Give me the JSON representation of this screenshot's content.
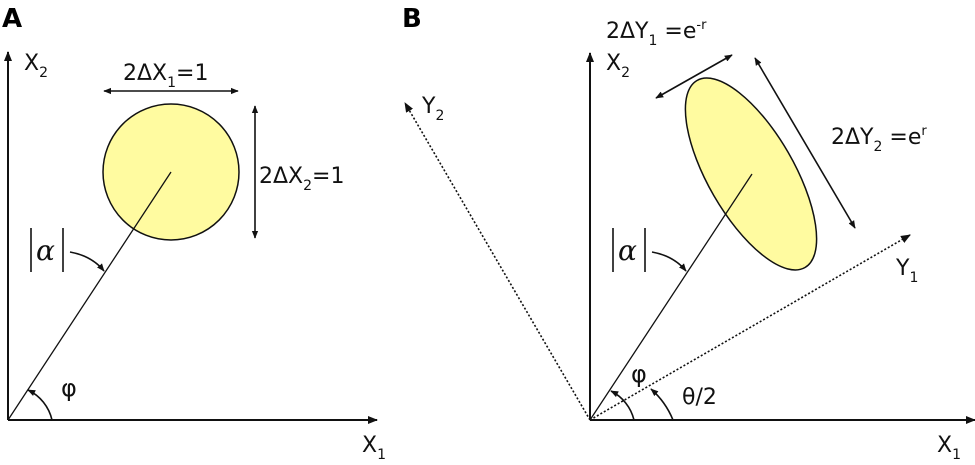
{
  "colors": {
    "ellipse_fill": "#FFFBA0",
    "stroke": "#111111",
    "background": "#FFFFFF"
  },
  "panel_a": {
    "label": "A",
    "axis_x_base": "X",
    "axis_x_sub": "1",
    "axis_y_base": "X",
    "axis_y_sub": "2",
    "width_label": {
      "prefix": "2ΔX",
      "sub": "1",
      "suffix": "=1"
    },
    "height_label": {
      "prefix": "2ΔX",
      "sub": "2",
      "suffix": "=1"
    },
    "amplitude_label": "α",
    "phase_label": "φ",
    "shape": "circle"
  },
  "panel_b": {
    "label": "B",
    "axis_x_base": "X",
    "axis_x_sub": "1",
    "axis_y_base": "X",
    "axis_y_sub": "2",
    "rotated_axis_1_base": "Y",
    "rotated_axis_1_sub": "1",
    "rotated_axis_2_base": "Y",
    "rotated_axis_2_sub": "2",
    "minor_label": {
      "prefix": "2ΔY",
      "sub": "1",
      "mid": " =e",
      "sup": "-r"
    },
    "major_label": {
      "prefix": "2ΔY",
      "sub": "2",
      "mid": " =e",
      "sup": "r"
    },
    "amplitude_label": "α",
    "phase_label": "φ",
    "rotation_label": "θ/2",
    "shape": "ellipse"
  }
}
